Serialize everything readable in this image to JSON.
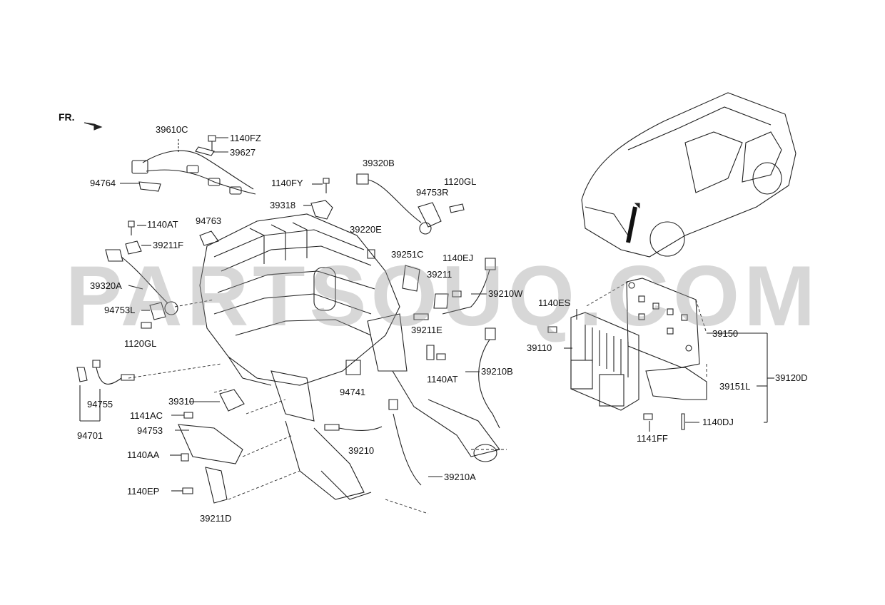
{
  "diagram": {
    "watermark": "PARTSOUQ.COM",
    "direction_marker": "FR.",
    "labels": [
      "39610C",
      "1140FZ",
      "39627",
      "94764",
      "1140FY",
      "39320B",
      "39318",
      "94753R",
      "1120GL",
      "1140AT",
      "94763",
      "39211F",
      "39220E",
      "39251C",
      "1140EJ",
      "39320A",
      "39211",
      "39210W",
      "94753L",
      "1120GL",
      "39211E",
      "1140AT",
      "39210B",
      "94755",
      "94741",
      "94701",
      "39310",
      "1141AC",
      "94753",
      "1140AA",
      "39210",
      "39210A",
      "1140EP",
      "39211D",
      "1140ES",
      "39150",
      "39110",
      "39151L",
      "39120D",
      "1141FF",
      "1140DJ"
    ]
  }
}
